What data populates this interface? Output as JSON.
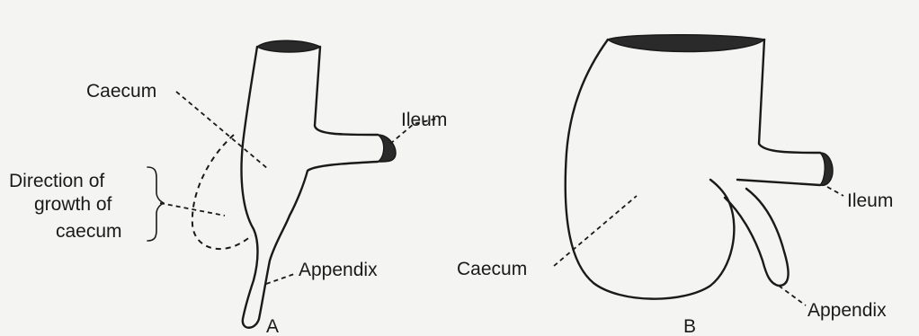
{
  "figure_a": {
    "caecum_label": "Caecum",
    "ileum_label": "Ileum",
    "direction_line1": "Direction of",
    "direction_line2": "growth of",
    "direction_line3": "caecum",
    "appendix_label": "Appendix",
    "panel_letter": "A"
  },
  "figure_b": {
    "ileum_label": "Ileum",
    "caecum_label": "Caecum",
    "appendix_label": "Appendix",
    "panel_letter": "B"
  },
  "colors": {
    "ink": "#1a1a1a",
    "paper": "#f4f4f2",
    "fill_dark": "#2a2a2a"
  }
}
